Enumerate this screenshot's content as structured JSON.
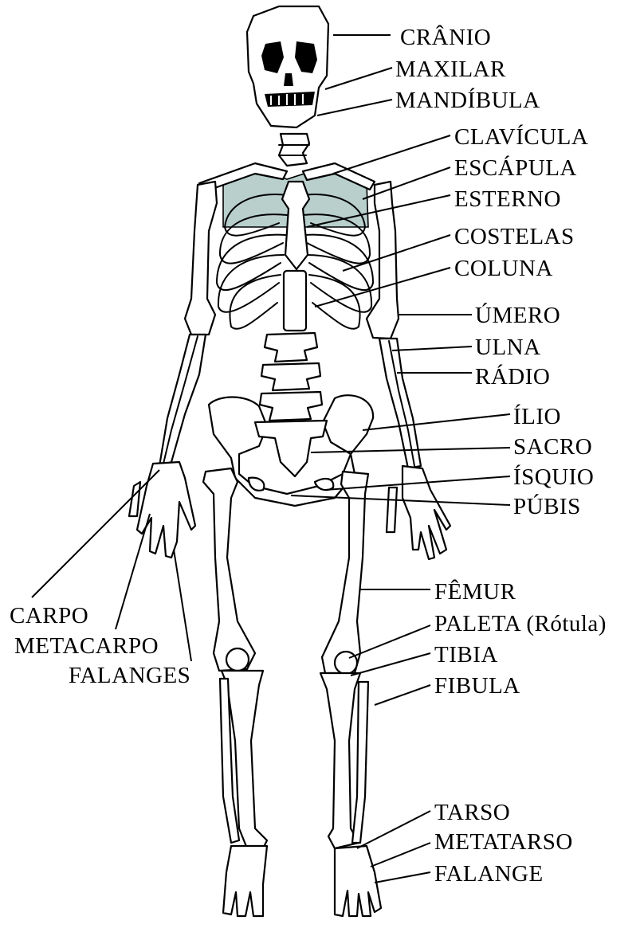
{
  "labels": {
    "cranio": "CRÂNIO",
    "maxilar": "MAXILAR",
    "mandibula": "MANDÍBULA",
    "clavicula": "CLAVÍCULA",
    "escapula": "ESCÁPULA",
    "esterno": "ESTERNO",
    "costelas": "COSTELAS",
    "coluna": "COLUNA",
    "umero": "ÚMERO",
    "ulna": "ULNA",
    "radio": "RÁDIO",
    "ilio": "ÍLIO",
    "sacro": "SACRO",
    "isquio": "ÍSQUIO",
    "pubis": "PÚBIS",
    "femur": "FÊMUR",
    "paleta": "PALETA (Rótula)",
    "tibia": "TIBIA",
    "fibula": "FIBULA",
    "tarso": "TARSO",
    "metatarso": "METATARSO",
    "falange": "FALANGE",
    "carpo": "CARPO",
    "metacarpo": "METACARPO",
    "falanges": "FALANGES"
  }
}
